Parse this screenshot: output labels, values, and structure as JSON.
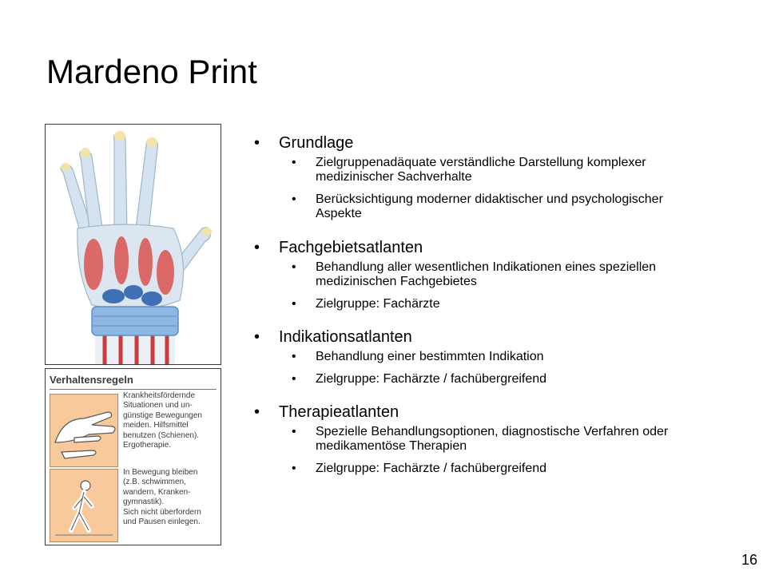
{
  "slide": {
    "title": "Mardeno Print",
    "page_number": "16"
  },
  "image": {
    "icon": "hand-anatomy-illustration"
  },
  "rules_box": {
    "title": "Verhaltensregeln",
    "pictogram1_icon": "hands-icon",
    "pictogram2_icon": "walking-person-icon",
    "text1": "Krankheitsfördernde\nSituationen und un-\ngünstige Bewegungen\nmeiden. Hilfsmittel\nbenutzen (Schienen).\nErgotherapie.",
    "text2": "In Bewegung bleiben\n(z.B. schwimmen,\nwandern, Kranken-\ngymnastik).\nSich nicht überfordern\nund Pausen einlegen."
  },
  "bullets": [
    {
      "label": "Grundlage",
      "sub": [
        "Zielgruppenadäquate verständliche Darstellung komplexer medizinischer Sachverhalte",
        "Berücksichtigung moderner didaktischer und psychologischer Aspekte"
      ]
    },
    {
      "label": "Fachgebietsatlanten",
      "sub": [
        "Behandlung aller wesentlichen Indikationen eines speziellen medizinischen Fachgebietes",
        "Zielgruppe: Fachärzte"
      ]
    },
    {
      "label": "Indikationsatlanten",
      "sub": [
        "Behandlung einer bestimmten Indikation",
        "Zielgruppe: Fachärzte / fachübergreifend"
      ]
    },
    {
      "label": "Therapieatlanten",
      "sub": [
        "Spezielle Behandlungsoptionen, diagnostische Verfahren oder medikamentöse Therapien",
        "Zielgruppe: Fachärzte / fachübergreifend"
      ]
    }
  ]
}
